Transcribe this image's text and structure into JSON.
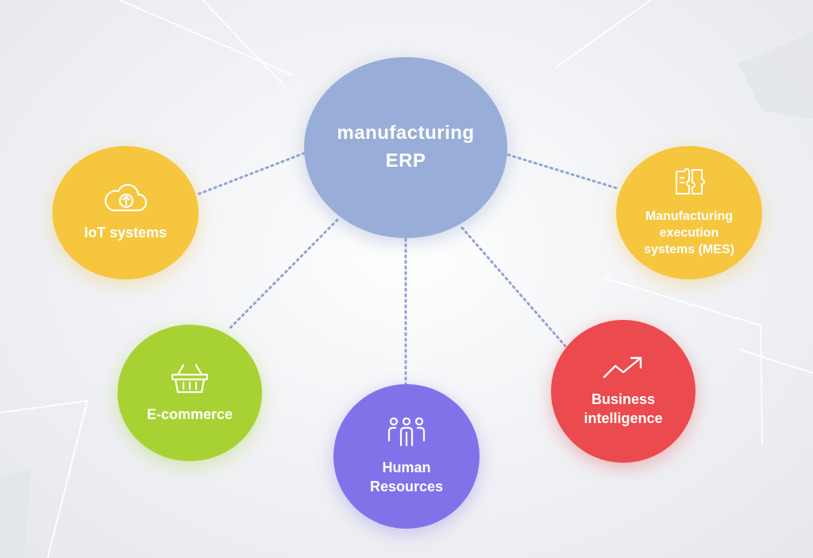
{
  "center": {
    "label": "manufacturing\nERP",
    "color": "#98aed8"
  },
  "nodes": {
    "iot": {
      "label": "IoT systems",
      "icon": "cloud-upload-icon",
      "color": "#f6c63e"
    },
    "mes": {
      "label": "Manufacturing\nexecution\nsystems (MES)",
      "icon": "puzzle-icon",
      "color": "#f6c63e"
    },
    "ecommerce": {
      "label": "E-commerce",
      "icon": "shopping-basket-icon",
      "color": "#a8d233"
    },
    "hr": {
      "label": "Human\nResources",
      "icon": "people-icon",
      "color": "#8172ea"
    },
    "bi": {
      "label": "Business\nintelligence",
      "icon": "trend-up-icon",
      "color": "#eb4a4f"
    }
  },
  "connector_color": "#8ea4d4"
}
